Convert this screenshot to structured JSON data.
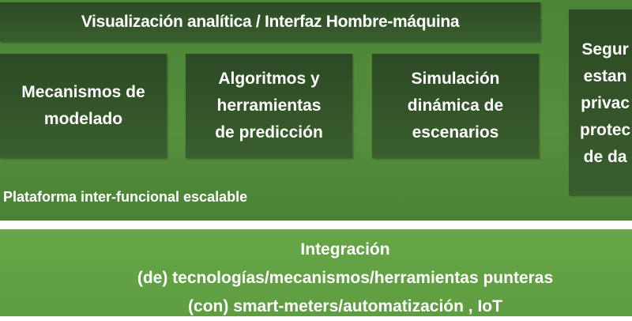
{
  "platform": {
    "header": "Visualización analítica / Interfaz Hombre-máquina",
    "modules": [
      "Mecanismos de\nmodelado",
      "Algoritmos y\nherramientas\nde predicción",
      "Simulación\ndinámica de\nescenarios"
    ],
    "side_box": "Segur\nestan\nprivac\nprotec\nde da",
    "label": "Plataforma inter-funcional escalable"
  },
  "integration": {
    "text": "Integración\n(de) tecnologías/mecanismos/herramientas punteras\n(con) smart-meters/automatización , IoT"
  },
  "colors": {
    "dark_box": "#2f4f27",
    "platform_bg": "#528c3b",
    "integration_bg": "#63a244"
  }
}
